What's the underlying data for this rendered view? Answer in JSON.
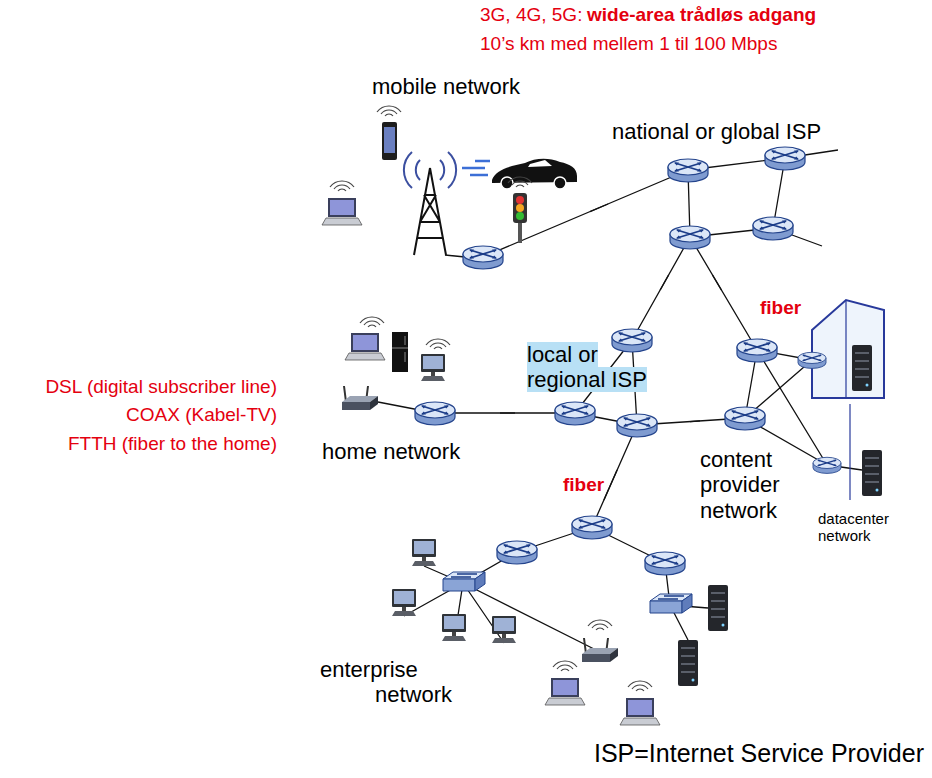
{
  "diagram": {
    "nodes": [
      {
        "text": [
          "mobile network"
        ]
      },
      {
        "text": [
          "national or global ISP"
        ]
      },
      {
        "text": [
          "local or regional ISP"
        ]
      },
      {
        "text": [
          "home network"
        ]
      },
      {
        "text": [
          "content provider network"
        ]
      },
      {
        "text": [
          "datacenter network"
        ],
        "in": 4
      },
      {
        "text": [
          "enterprise network"
        ]
      }
    ],
    "edges": [
      {
        "from": 0,
        "to": 1,
        "arrow": "none"
      },
      {
        "from": 3,
        "to": 2,
        "arrow": "none"
      },
      {
        "from": 2,
        "to": 1,
        "arrow": "none"
      },
      {
        "from": 2,
        "to": 4,
        "arrow": "none"
      },
      {
        "from": 1,
        "to": 4,
        "arrow": "none"
      },
      {
        "from": 2,
        "to": 6,
        "label": "fiber",
        "arrow": "none"
      }
    ],
    "labels": [
      "3G, 4G, 5G:",
      "wide-area trådløs adgang",
      "10’s km med mellem 1 til 100 Mbps",
      "DSL (digital subscriber line)",
      "COAX (Kabel-TV)",
      "FTTH (fiber to the home)",
      "fiber",
      "ISP=Internet Service Provider"
    ]
  }
}
